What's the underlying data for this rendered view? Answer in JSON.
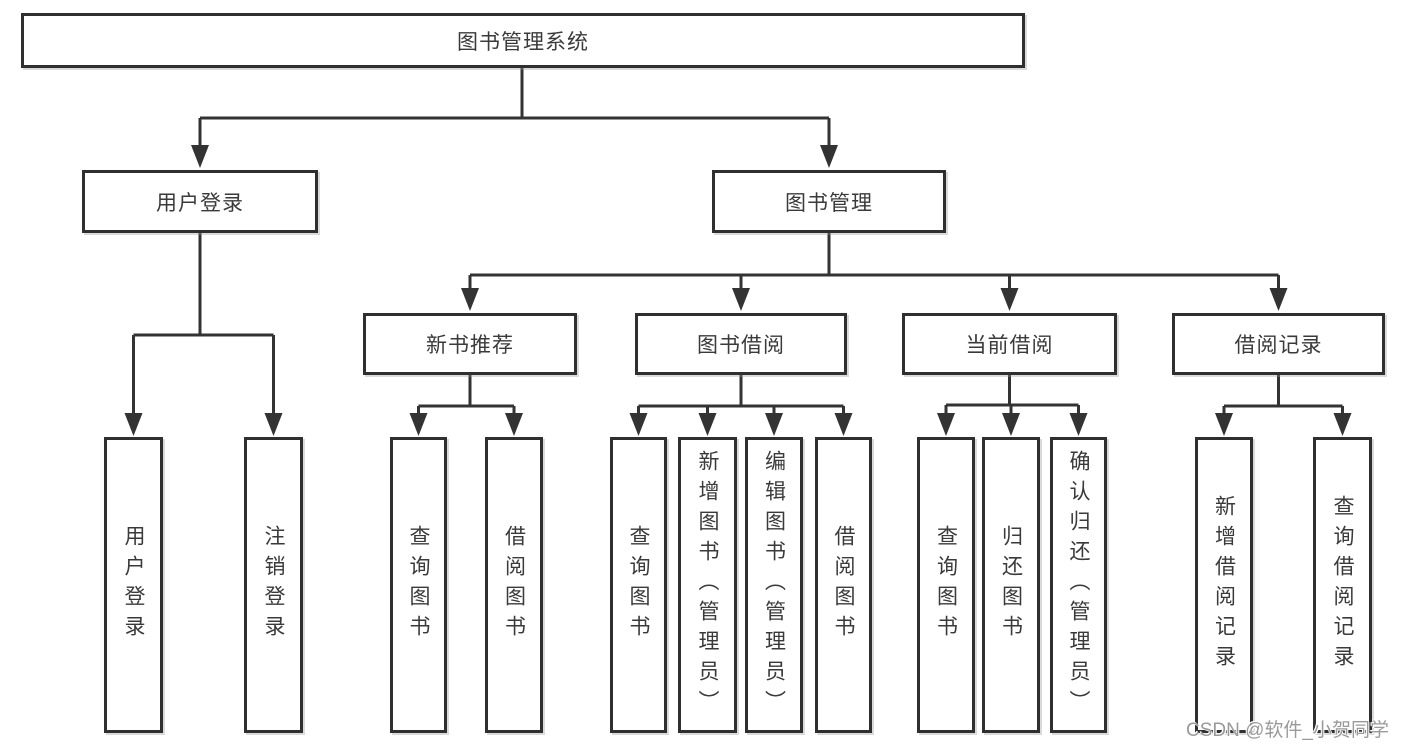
{
  "tree": {
    "root": "图书管理系统",
    "branches": [
      {
        "label": "用户登录",
        "children": [
          "用户登录",
          "注销登录"
        ]
      },
      {
        "label": "图书管理",
        "groups": [
          {
            "label": "新书推荐",
            "children": [
              "查询图书",
              "借阅图书"
            ]
          },
          {
            "label": "图书借阅",
            "children": [
              "查询图书",
              "新增图书（管理员）",
              "编辑图书（管理员）",
              "借阅图书"
            ]
          },
          {
            "label": "当前借阅",
            "children": [
              "查询图书",
              "归还图书",
              "确认归还（管理员）"
            ]
          },
          {
            "label": "借阅记录",
            "children": [
              "新增借阅记录",
              "查询借阅记录"
            ]
          }
        ]
      }
    ]
  },
  "watermark": "CSDN @软件_小贺同学",
  "colors": {
    "line": "#333333",
    "box_border": "#2f2f2f",
    "box_fill": "#ffffff",
    "text": "#3a3a3a",
    "watermark": "#9a9a9a",
    "background": "#ffffff"
  }
}
